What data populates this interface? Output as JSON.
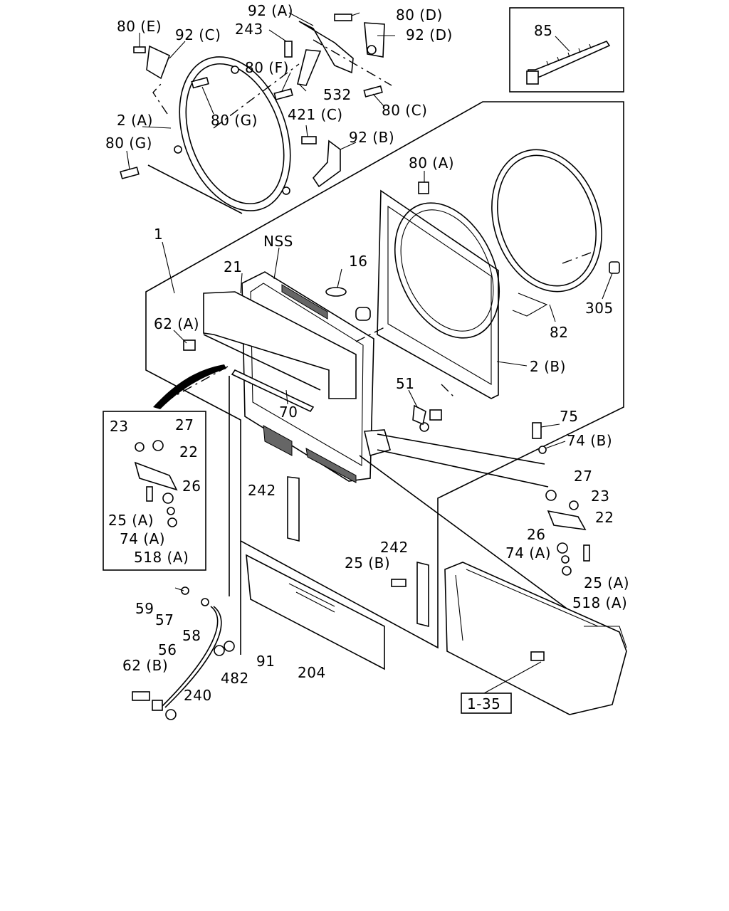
{
  "labels": {
    "l_92A": "92 (A)",
    "l_80D": "80 (D)",
    "l_80E": "80 (E)",
    "l_92C": "92 (C)",
    "l_243": "243",
    "l_92D": "92 (D)",
    "l_80F": "80 (F)",
    "l_532": "532",
    "l_80G_a": "80 (G)",
    "l_80C": "80 (C)",
    "l_2A": "2 (A)",
    "l_421C": "421 (C)",
    "l_92B": "92 (B)",
    "l_80G_b": "80 (G)",
    "l_85": "85",
    "l_80A": "80 (A)",
    "l_1": "1",
    "l_NSS": "NSS",
    "l_16": "16",
    "l_21": "21",
    "l_62A": "62 (A)",
    "l_305": "305",
    "l_82": "82",
    "l_2B": "2 (B)",
    "l_70": "70",
    "l_51": "51",
    "l_23_a": "23",
    "l_27_a": "27",
    "l_22_a": "22",
    "l_26_a": "26",
    "l_25A_a": "25 (A)",
    "l_74A_a": "74 (A)",
    "l_518A_a": "518 (A)",
    "l_75": "75",
    "l_74B": "74 (B)",
    "l_242_a": "242",
    "l_27_b": "27",
    "l_23_b": "23",
    "l_22_b": "22",
    "l_26_b": "26",
    "l_74A_b": "74 (A)",
    "l_242_b": "242",
    "l_25B": "25 (B)",
    "l_25A_b": "25 (A)",
    "l_518A_b": "518 (A)",
    "l_59": "59",
    "l_57": "57",
    "l_58": "58",
    "l_56": "56",
    "l_91": "91",
    "l_62B": "62 (B)",
    "l_482": "482",
    "l_204": "204",
    "l_240": "240",
    "l_ref": "1-35"
  }
}
